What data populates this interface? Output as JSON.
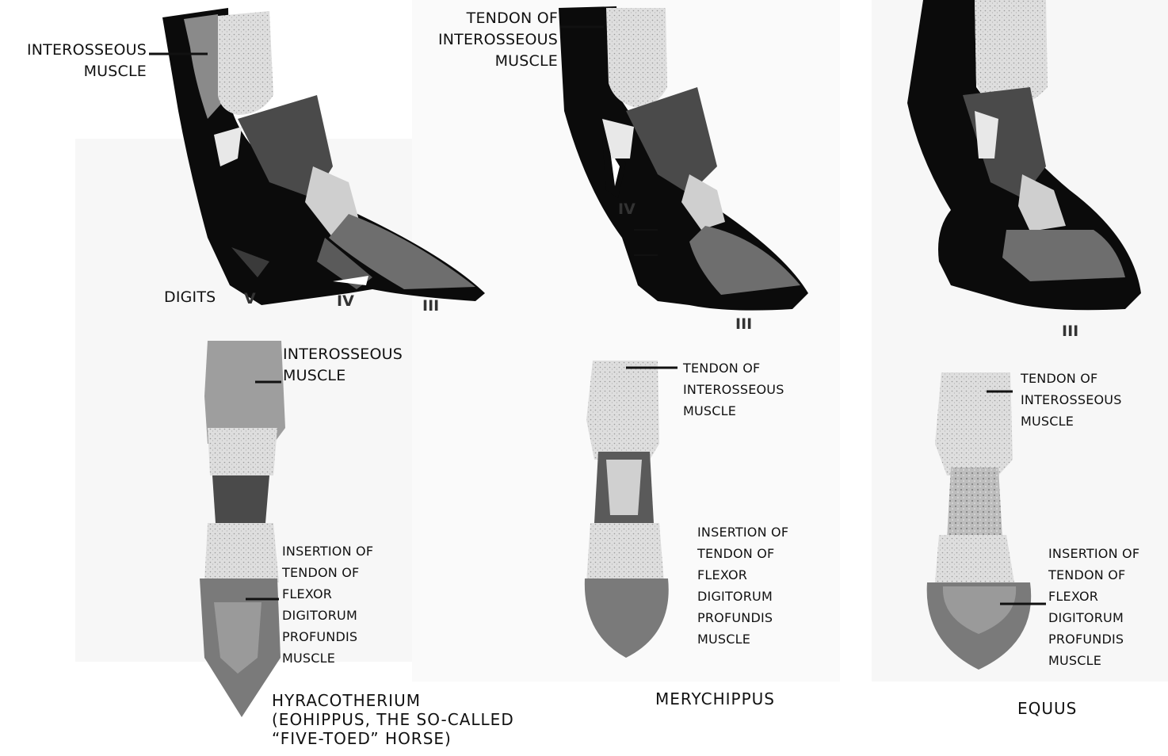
{
  "figure": {
    "species": {
      "hyracotherium": {
        "lateral_label_muscle": [
          "INTEROSSEOUS",
          "MUSCLE"
        ],
        "digits_label": "DIGITS",
        "digit_numerals": [
          "V",
          "IV",
          "III"
        ],
        "front_label_muscle": [
          "INTEROSSEOUS",
          "MUSCLE"
        ],
        "front_label_insertion": [
          "INSERTION OF",
          "TENDON OF",
          "FLEXOR",
          "DIGITORUM",
          "PROFUNDIS",
          "MUSCLE"
        ],
        "name": [
          "HYRACOTHERIUM",
          "(EOHIPPUS, THE SO-CALLED",
          "“FIVE-TOED” HORSE)"
        ]
      },
      "merychippus": {
        "lateral_label_tendon": [
          "TENDON OF",
          "INTEROSSEOUS",
          "MUSCLE"
        ],
        "digit_numerals": [
          "IV",
          "III"
        ],
        "front_label_tendon": [
          "TENDON OF",
          "INTEROSSEOUS",
          "MUSCLE"
        ],
        "front_label_insertion": [
          "INSERTION OF",
          "TENDON OF",
          "FLEXOR",
          "DIGITORUM",
          "PROFUNDIS",
          "MUSCLE"
        ],
        "name": "MERYCHIPPUS"
      },
      "equus": {
        "digit_numerals": [
          "III"
        ],
        "front_label_tendon": [
          "TENDON OF",
          "INTEROSSEOUS",
          "MUSCLE"
        ],
        "front_label_insertion": [
          "INSERTION OF",
          "TENDON OF",
          "FLEXOR",
          "DIGITORUM",
          "PROFUNDIS",
          "MUSCLE"
        ],
        "name": "EQUUS"
      }
    },
    "colors": {
      "black": "#0b0b0b",
      "dark_gray": "#4a4a4a",
      "mid_gray": "#8a8a8a",
      "light_gray": "#cfcfcf",
      "bone": "#e2e2e2"
    }
  }
}
